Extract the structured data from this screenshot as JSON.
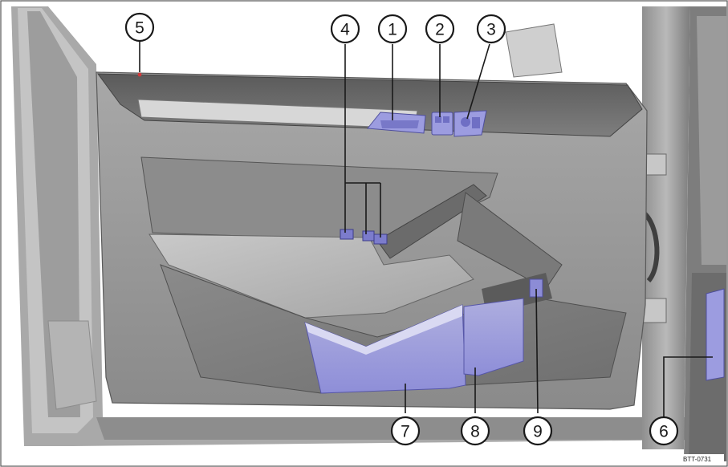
{
  "figure": {
    "callouts": [
      "1",
      "2",
      "3",
      "4",
      "5",
      "6",
      "7",
      "8",
      "9"
    ],
    "image_code": "BTT-0731",
    "colors": {
      "highlight": "#9c9ce0",
      "highlight_dark": "#6f6fc4",
      "panel_light": "#bdbdbd",
      "panel_mid": "#9a9a9a",
      "panel_dark": "#5e5e5e"
    }
  }
}
